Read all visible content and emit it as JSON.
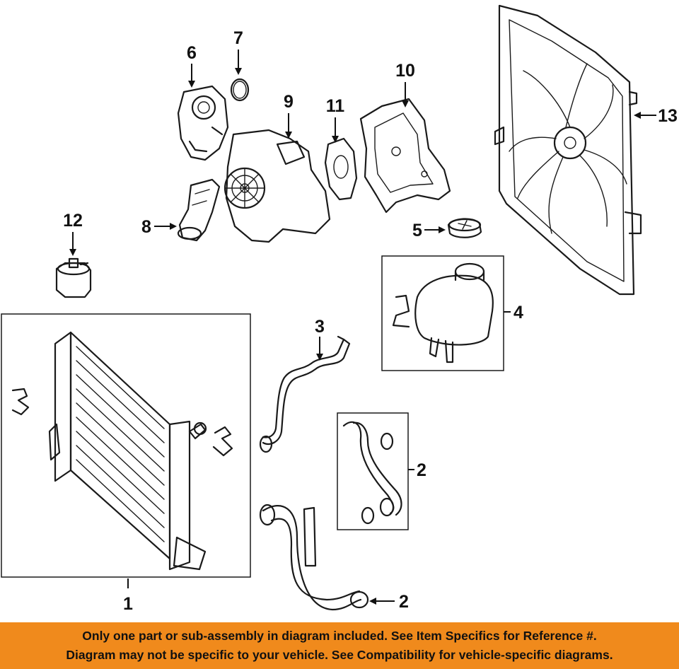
{
  "callouts": {
    "c1": "1",
    "c2a": "2",
    "c2b": "2",
    "c3": "3",
    "c4": "4",
    "c5": "5",
    "c6": "6",
    "c7": "7",
    "c8": "8",
    "c9": "9",
    "c10": "10",
    "c11": "11",
    "c12": "12",
    "c13": "13"
  },
  "footer": {
    "line1": "Only one part or sub-assembly in diagram included. See Item Specifics for Reference #.",
    "line2": "Diagram may not be specific to your vehicle. See Compatibility for vehicle-specific diagrams."
  },
  "colors": {
    "footer_background": "#f08a1c",
    "line_art": "#1a1a1a"
  }
}
